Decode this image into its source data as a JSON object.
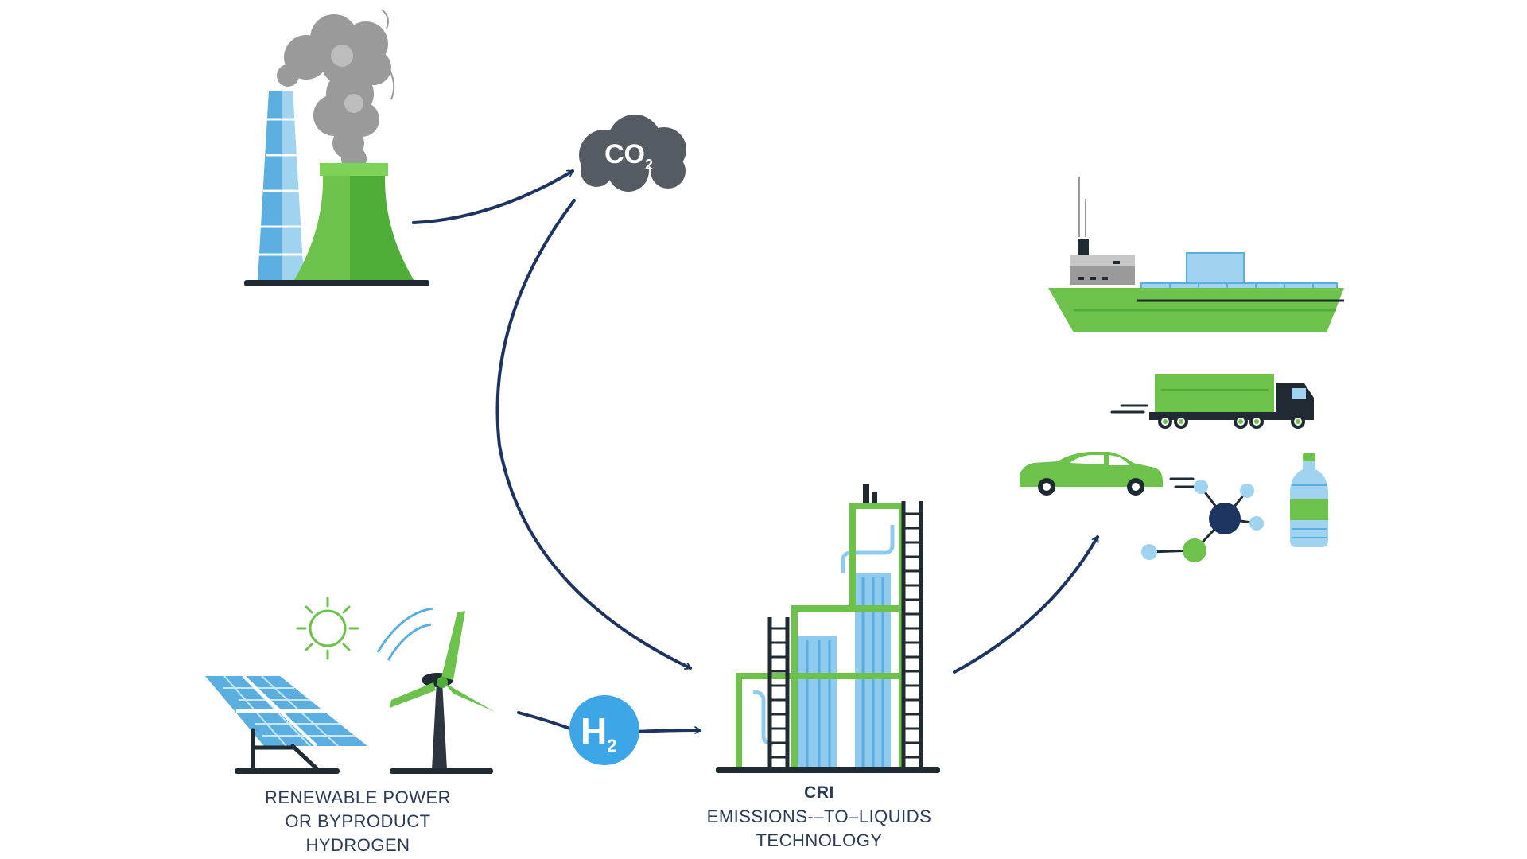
{
  "co2_bubble": {
    "label": "CO",
    "subscript": "2"
  },
  "h2_bubble": {
    "label": "H",
    "subscript": "2"
  },
  "renewable_caption": {
    "line1": "RENEWABLE POWER",
    "line2": "OR BYPRODUCT",
    "line3": "HYDROGEN"
  },
  "cri_caption": {
    "line1": "CRI",
    "line2": "EMISSIONS-–TO–LIQUIDS",
    "line3": "TECHNOLOGY"
  },
  "colors": {
    "navy": "#1d3461",
    "green": "#6cc24a",
    "blue": "#5aaee0",
    "light_blue": "#9fd3f0",
    "gray": "#8c8c8c"
  },
  "icons": [
    "factory-icon",
    "co2-cloud-icon",
    "sun-icon",
    "solar-panel-icon",
    "wind-turbine-icon",
    "h2-icon",
    "cri-plant-icon",
    "ship-icon",
    "truck-icon",
    "car-icon",
    "molecule-icon",
    "bottle-icon"
  ]
}
